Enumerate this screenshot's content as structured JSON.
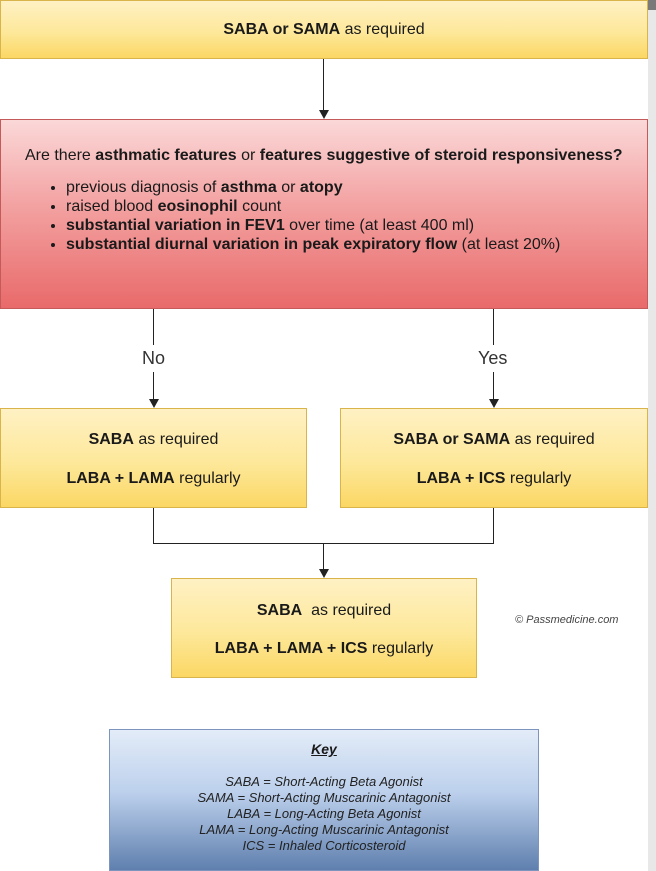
{
  "top_box": {
    "bold": "SABA or SAMA",
    "rest": " as required"
  },
  "question_box": {
    "q_prefix": "Are there ",
    "q_bold1": "asthmatic features",
    "q_mid": " or ",
    "q_bold2": "features suggestive of steroid responsiveness?",
    "items": [
      {
        "a": "previous diagnosis of ",
        "b": "asthma",
        "c": " or ",
        "d": "atopy",
        "e": ""
      },
      {
        "a": "raised blood ",
        "b": "eosinophil",
        "c": " count",
        "d": "",
        "e": ""
      },
      {
        "a": "",
        "b": "substantial variation in FEV1",
        "c": " over time (at least 400 ml)",
        "d": "",
        "e": ""
      },
      {
        "a": "",
        "b": "substantial diurnal variation in peak expiratory flow",
        "c": " (at least 20%)",
        "d": "",
        "e": ""
      }
    ]
  },
  "branches": {
    "no": "No",
    "yes": "Yes"
  },
  "left_box": {
    "l1_bold": "SABA",
    "l1_rest": " as required",
    "l2_bold": "LABA + LAMA",
    "l2_rest": " regularly"
  },
  "right_box": {
    "l1_bold": "SABA or SAMA",
    "l1_rest": " as required",
    "l2_bold": "LABA + ICS",
    "l2_rest": " regularly"
  },
  "bottom_box": {
    "l1_bold": "SABA",
    "l1_rest": "  as required",
    "l2_bold": "LABA + LAMA + ICS",
    "l2_rest": " regularly"
  },
  "copyright": "© Passmedicine.com",
  "key": {
    "title": "Key",
    "lines": [
      "SABA = Short-Acting Beta Agonist",
      "SAMA = Short-Acting Muscarinic Antagonist",
      "LABA = Long-Acting Beta Agonist",
      "LAMA = Long-Acting Muscarinic Antagonist",
      "ICS = Inhaled Corticosteroid"
    ]
  }
}
